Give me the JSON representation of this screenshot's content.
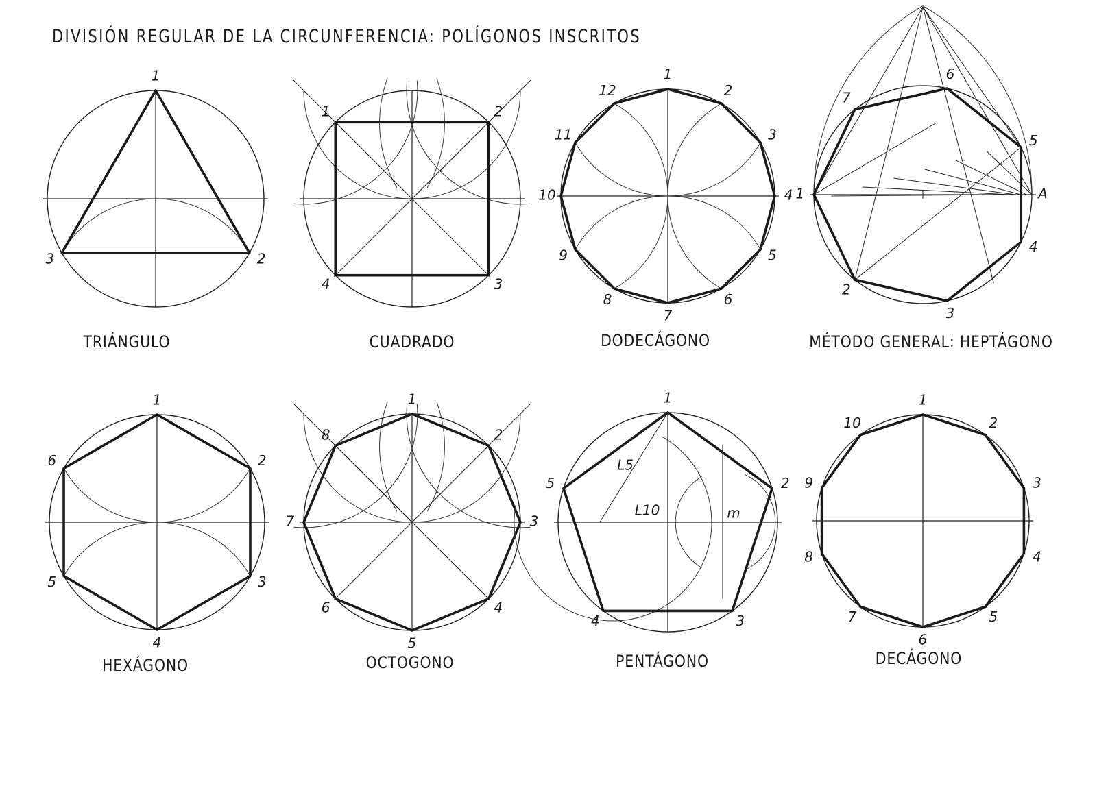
{
  "title": "DIVISIÓN REGULAR DE LA CIRCUNFERENCIA: POLÍGONOS INSCRITOS",
  "figures": [
    {
      "id": "triangulo",
      "caption": "TRIÁNGULO",
      "vertex_labels": [
        "1",
        "2",
        "3"
      ]
    },
    {
      "id": "cuadrado",
      "caption": "CUADRADO",
      "vertex_labels": [
        "1",
        "2",
        "3",
        "4"
      ]
    },
    {
      "id": "dodecagono",
      "caption": "DODECÁGONO",
      "vertex_labels": [
        "1",
        "2",
        "3",
        "4",
        "5",
        "6",
        "7",
        "8",
        "9",
        "10",
        "11",
        "12"
      ]
    },
    {
      "id": "heptagono",
      "caption": "MÉTODO GENERAL: HEPTÁGONO",
      "vertex_labels": [
        "1",
        "2",
        "3",
        "4",
        "5",
        "6",
        "7"
      ],
      "extra_labels": [
        "A"
      ]
    },
    {
      "id": "hexagono",
      "caption": "HEXÁGONO",
      "vertex_labels": [
        "1",
        "2",
        "3",
        "4",
        "5",
        "6"
      ]
    },
    {
      "id": "octogono",
      "caption": "OCTOGONO",
      "vertex_labels": [
        "1",
        "2",
        "3",
        "4",
        "5",
        "6",
        "7",
        "8"
      ]
    },
    {
      "id": "pentagono",
      "caption": "PENTÁGONO",
      "vertex_labels": [
        "1",
        "2",
        "3",
        "4",
        "5"
      ],
      "extra_labels": [
        "L5",
        "L10",
        "m"
      ]
    },
    {
      "id": "decagono",
      "caption": "DECÁGONO",
      "vertex_labels": [
        "1",
        "2",
        "3",
        "4",
        "5",
        "6",
        "7",
        "8",
        "9",
        "10"
      ]
    }
  ]
}
